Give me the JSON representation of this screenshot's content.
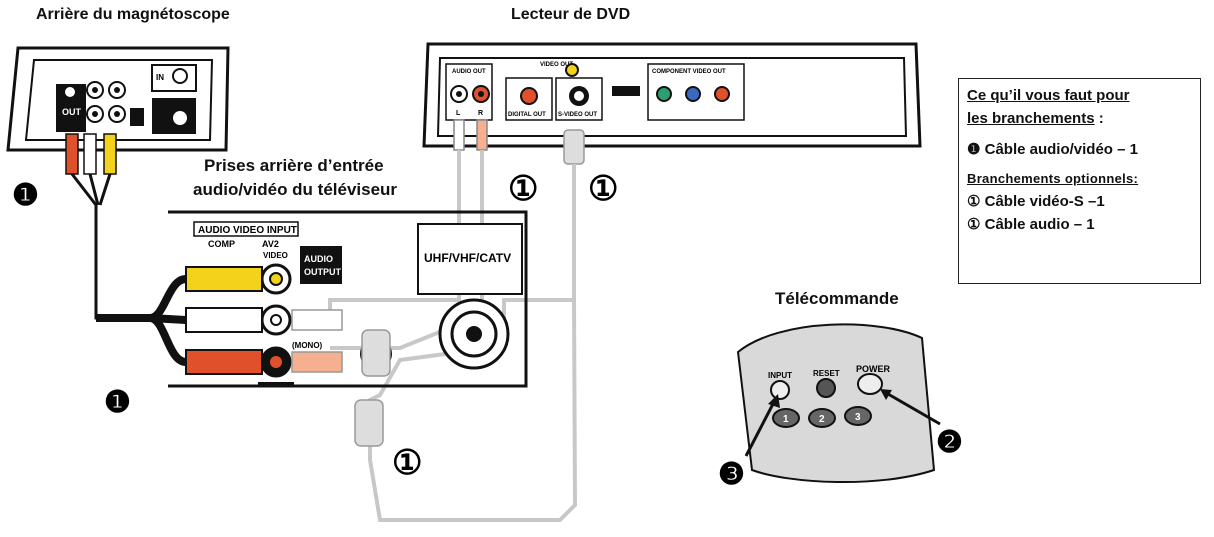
{
  "labels": {
    "vcr_back": "Arrière du magnétoscope",
    "dvd_player": "Lecteur de DVD",
    "tv_jacks_line1": "Prises arrière d’entrée",
    "tv_jacks_line2": "audio/vidéo du téléviseur",
    "remote": "Télécommande"
  },
  "callouts": {
    "filled_1": "❶",
    "filled_2": "❷",
    "filled_3": "❸",
    "open_1": "①"
  },
  "panel": {
    "header_line1": "Ce qu’il vous faut pour",
    "header_line2a": "les branchements",
    "header_line2b": " :",
    "item_av": "❶ Câble audio/vidéo – 1",
    "optional_header": "Branchements optionnels:",
    "item_svideo": "① Câble vidéo-S –1",
    "item_audio": "① Câble audio – 1"
  },
  "device_text": {
    "tv_audio_video_input": "AUDIO VIDEO INPUT",
    "tv_comp": "COMP",
    "tv_av2": "AV2",
    "tv_video": "VIDEO",
    "tv_audio_output_1": "AUDIO",
    "tv_audio_output_2": "OUTPUT",
    "tv_mono": "(MONO)",
    "tv_uhf": "UHF/VHF/CATV",
    "dvd_audio_out": "AUDIO OUT",
    "dvd_video_out": "VIDEO OUT",
    "dvd_digital_out": "DIGITAL OUT",
    "dvd_svideo_out": "S-VIDEO OUT",
    "dvd_component": "COMPONENT VIDEO OUT",
    "dvd_l": "L",
    "dvd_r": "R",
    "vcr_out": "OUT",
    "vcr_in": "IN",
    "remote_input": "INPUT",
    "remote_reset": "RESET",
    "remote_power": "POWER",
    "remote_k1": "1",
    "remote_k2": "2",
    "remote_k3": "3"
  },
  "colors": {
    "yellow_plug": "#f2d21a",
    "red_plug": "#e0502a",
    "white_plug": "#ffffff",
    "cable_grey": "#c8c8c8",
    "dark": "#111111"
  }
}
